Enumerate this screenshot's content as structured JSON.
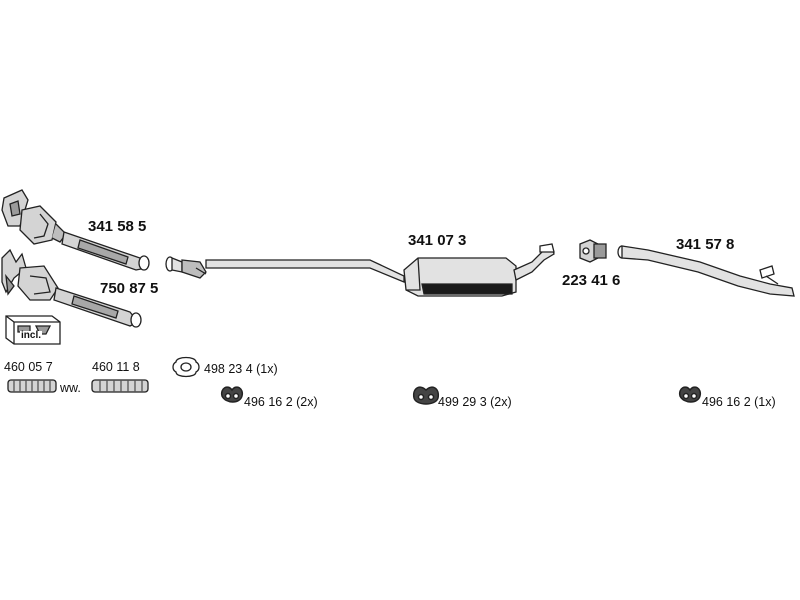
{
  "colors": {
    "line": "#222222",
    "part_fill": "#d4d4d4",
    "part_dark": "#9a9a9a",
    "muffler_band": "#1a1a1a",
    "background": "#ffffff"
  },
  "parts": {
    "catalyst_upper": "341 58 5",
    "catalyst_lower": "750 87 5",
    "center_muffler": "341 07 3",
    "clamp": "223 41 6",
    "tail_pipe": "341 57 8"
  },
  "accessories": {
    "incl_label": "incl.",
    "flex_pipe_a": "460 05 7",
    "flex_connector": "ww.",
    "flex_pipe_b": "460 11 8",
    "gasket": "498 23 4 (1x)",
    "hanger_front": "496 16 2 (2x)",
    "hanger_middle": "499 29 3 (2x)",
    "hanger_rear": "496 16 2 (1x)"
  }
}
